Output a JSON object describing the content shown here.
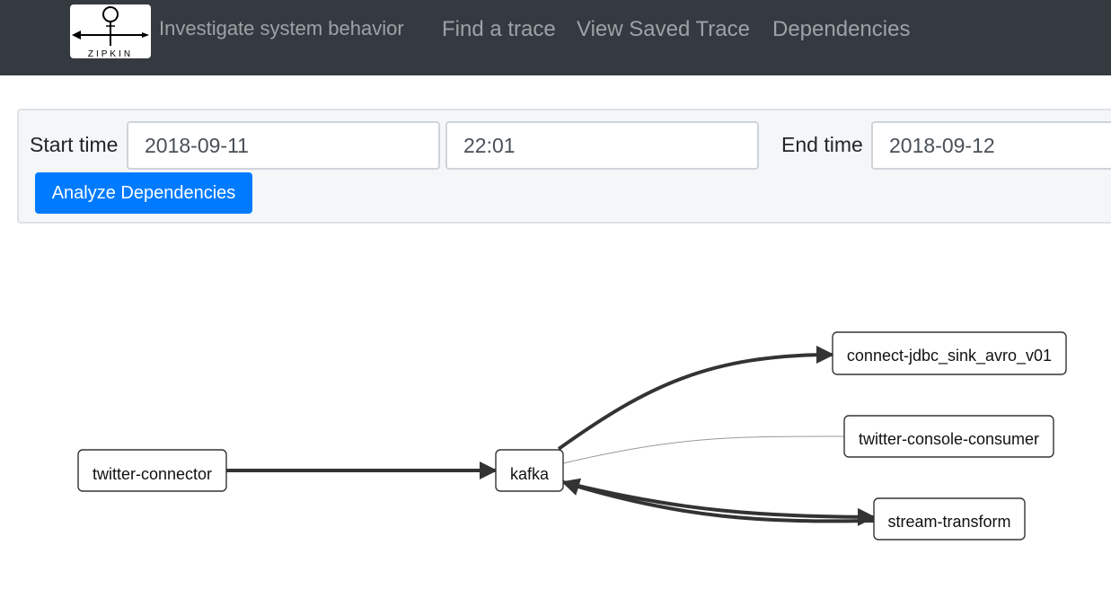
{
  "header": {
    "logo_text": "ZIPKIN",
    "tagline": "Investigate system behavior",
    "nav": [
      {
        "label": "Find a trace"
      },
      {
        "label": "View Saved Trace"
      },
      {
        "label": "Dependencies"
      }
    ]
  },
  "query": {
    "start_label": "Start time",
    "start_date": "2018-09-11",
    "start_time": "22:01",
    "end_label": "End time",
    "end_date": "2018-09-12",
    "analyze_label": "Analyze Dependencies"
  },
  "graph": {
    "nodes": [
      {
        "id": "twitter-connector",
        "label": "twitter-connector"
      },
      {
        "id": "kafka",
        "label": "kafka"
      },
      {
        "id": "connect-jdbc_sink_avro_v01",
        "label": "connect-jdbc_sink_avro_v01"
      },
      {
        "id": "twitter-console-consumer",
        "label": "twitter-console-consumer"
      },
      {
        "id": "stream-transform",
        "label": "stream-transform"
      }
    ],
    "edges": [
      {
        "from": "twitter-connector",
        "to": "kafka",
        "weight": "heavy"
      },
      {
        "from": "kafka",
        "to": "connect-jdbc_sink_avro_v01",
        "weight": "heavy"
      },
      {
        "from": "kafka",
        "to": "twitter-console-consumer",
        "weight": "light"
      },
      {
        "from": "kafka",
        "to": "stream-transform",
        "weight": "heavy"
      },
      {
        "from": "stream-transform",
        "to": "kafka",
        "weight": "heavy"
      }
    ]
  }
}
